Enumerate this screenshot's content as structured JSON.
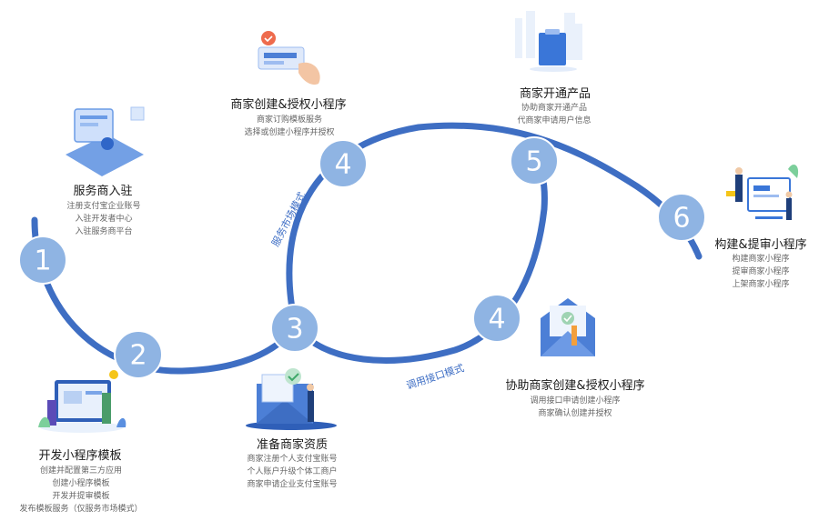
{
  "colors": {
    "track": "#3e6ec3",
    "node_fill": "#8fb4e3",
    "node_stroke": "#ffffff",
    "mode_text": "#3f6fc5"
  },
  "modes": {
    "market": "服务市场模式",
    "api": "调用接口模式"
  },
  "steps": [
    {
      "num": "1",
      "title": "服务商入驻",
      "lines": [
        "注册支付宝企业账号",
        "入驻开发者中心",
        "入驻服务商平台"
      ],
      "icon": "developer-center-icon"
    },
    {
      "num": "2",
      "title": "开发小程序模板",
      "lines": [
        "创建并配置第三方应用",
        "创建小程序模板",
        "开发并提审模板",
        "发布模板服务（仅服务市场模式）"
      ],
      "icon": "template-dev-icon"
    },
    {
      "num": "3",
      "title": "准备商家资质",
      "lines": [
        "商家注册个人支付宝账号",
        "个人账户升级个体工商户",
        "商家申请企业支付宝账号"
      ],
      "icon": "merchant-qualification-icon"
    },
    {
      "num": "4",
      "title": "商家创建&授权小程序",
      "lines": [
        "商家订购模板服务",
        "选择或创建小程序并授权"
      ],
      "icon": "order-card-icon"
    },
    {
      "num": "4",
      "title": "协助商家创建&授权小程序",
      "lines": [
        "调用接口申请创建小程序",
        "商家确认创建并授权"
      ],
      "icon": "envelope-check-icon"
    },
    {
      "num": "5",
      "title": "商家开通产品",
      "lines": [
        "协助商家开通产品",
        "代商家申请用户信息"
      ],
      "icon": "clipboard-icon"
    },
    {
      "num": "6",
      "title": "构建&提审小程序",
      "lines": [
        "构建商家小程序",
        "提审商家小程序",
        "上架商家小程序"
      ],
      "icon": "monitor-team-icon"
    }
  ]
}
